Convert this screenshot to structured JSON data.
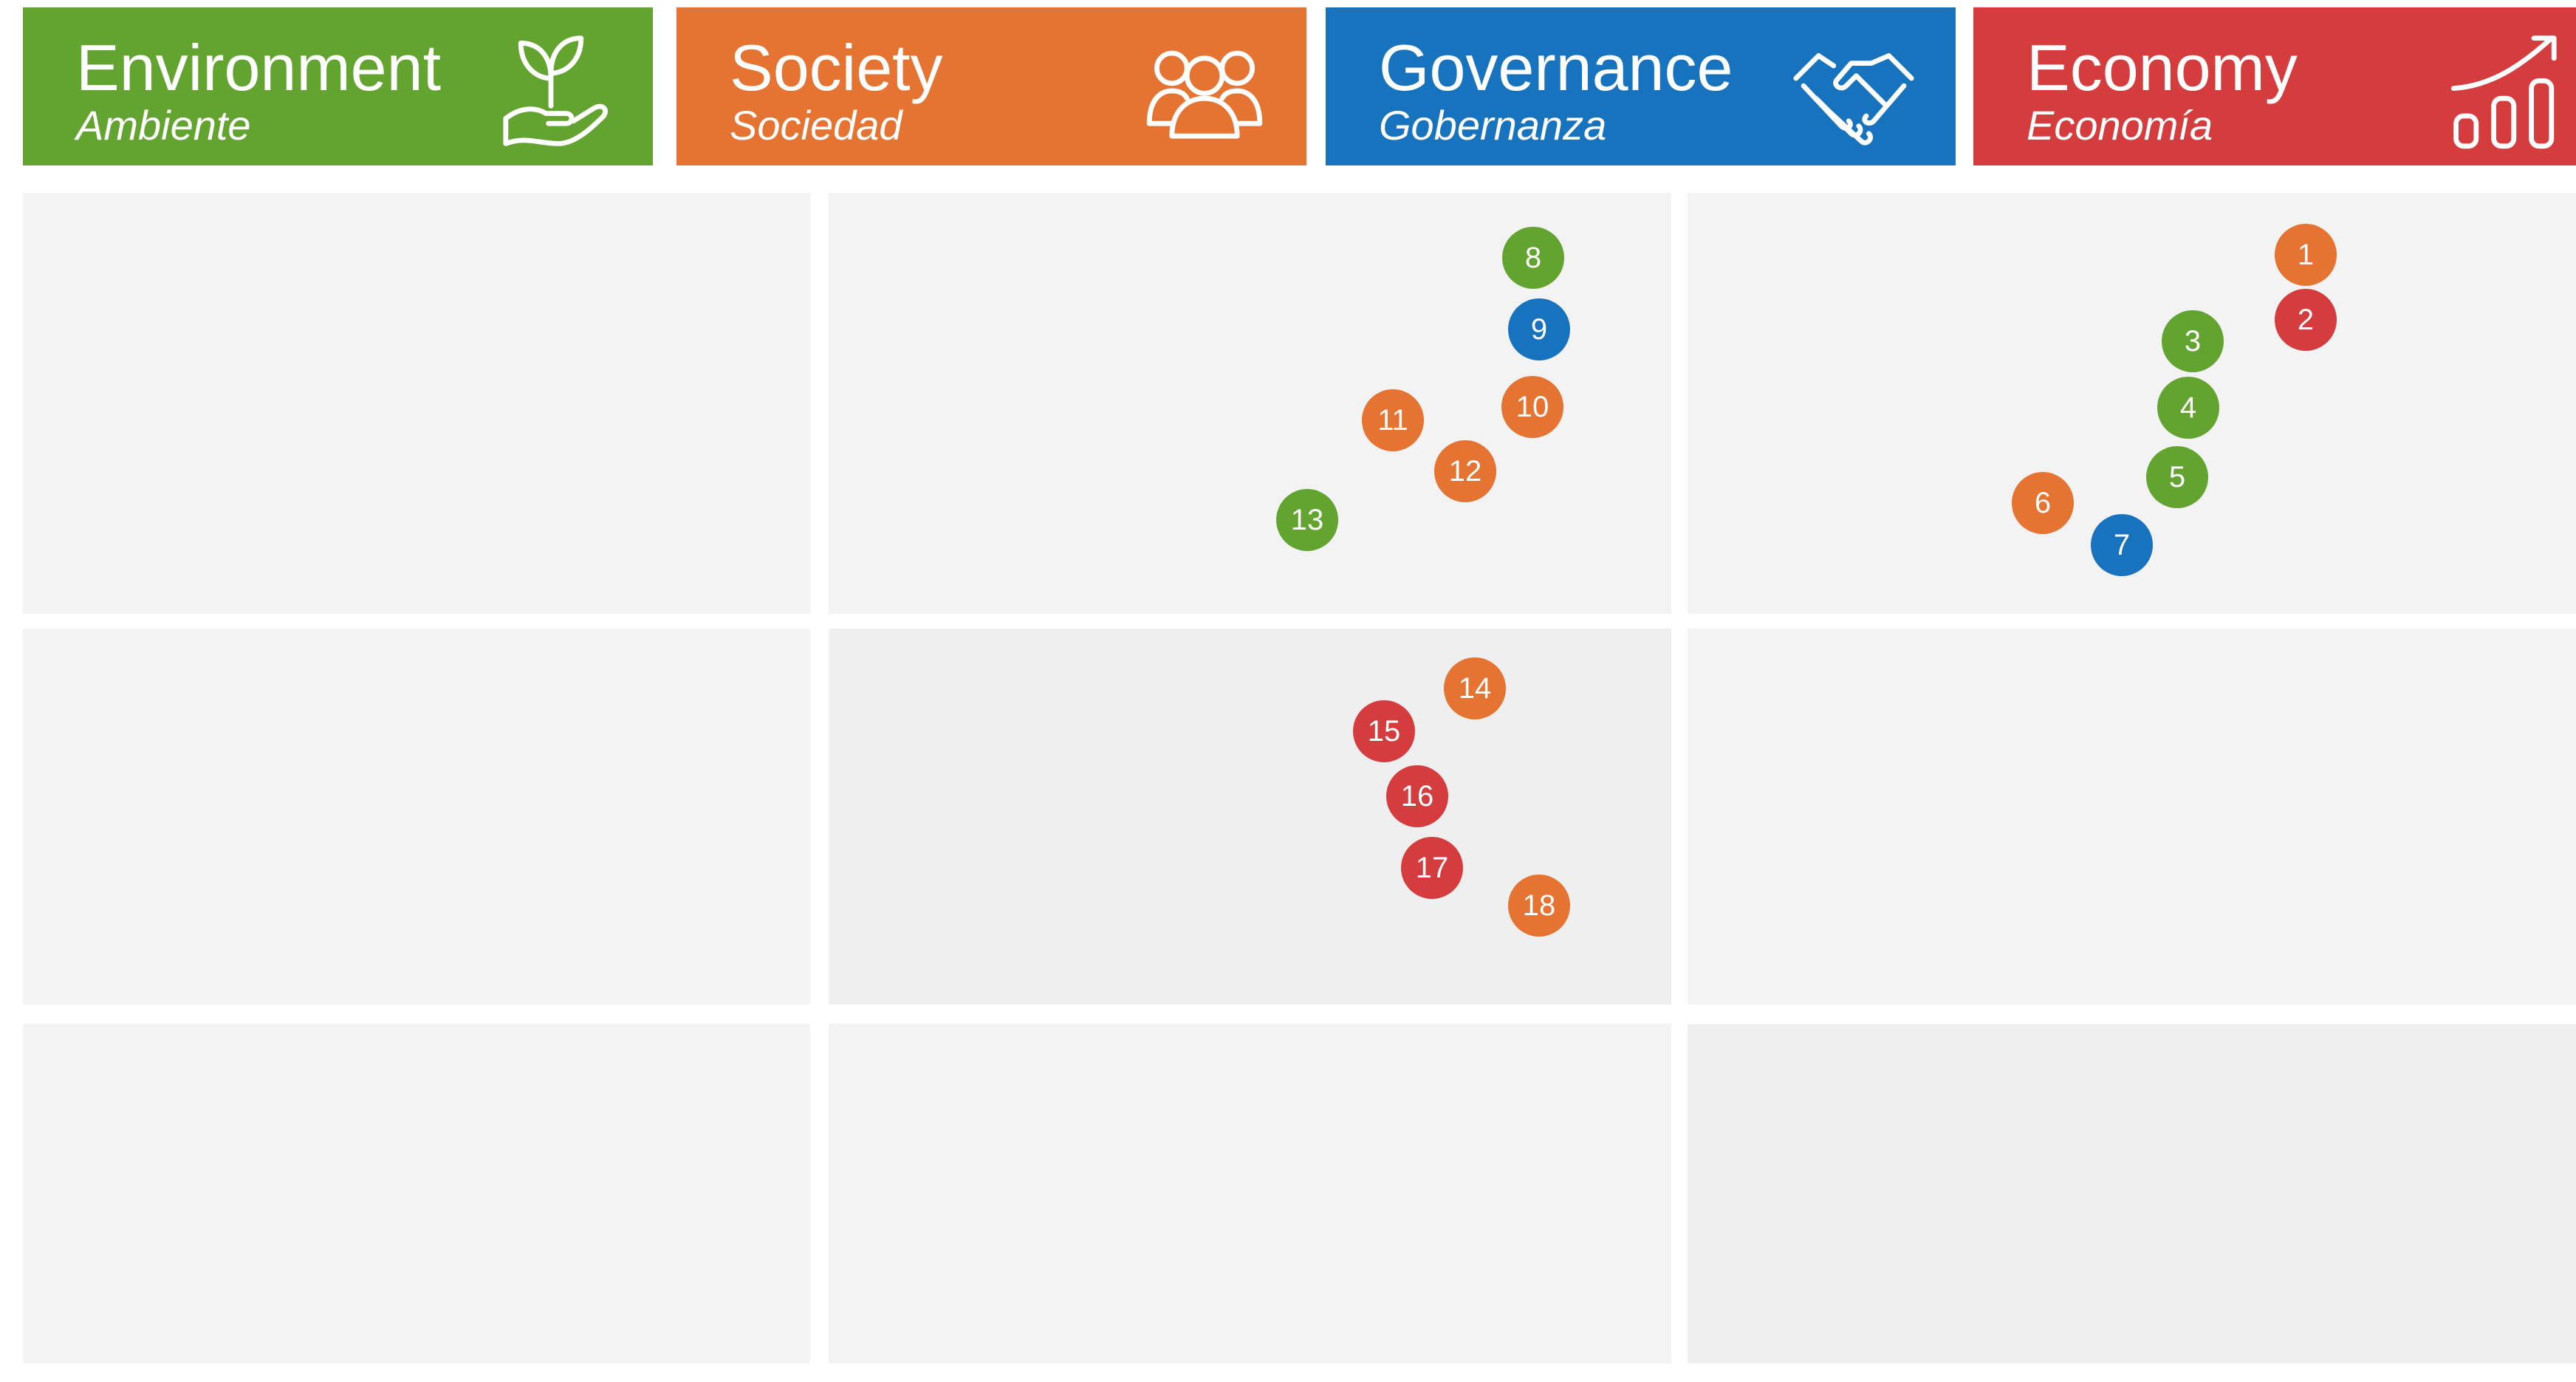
{
  "categories": [
    {
      "title": "Environment",
      "subtitle": "Ambiente",
      "color": "#63a431",
      "icon": "plant-in-hand-icon"
    },
    {
      "title": "Society",
      "subtitle": "Sociedad",
      "color": "#e57331",
      "icon": "people-group-icon"
    },
    {
      "title": "Governance",
      "subtitle": "Gobernanza",
      "color": "#1873bf",
      "icon": "handshake-icon"
    },
    {
      "title": "Economy",
      "subtitle": "Economía",
      "color": "#d43c3d",
      "icon": "growth-chart-icon"
    }
  ],
  "grid": {
    "rows": 3,
    "columns": 3,
    "cell_color": "#f3f3f3",
    "highlight_color": "#efefef"
  },
  "markers": [
    {
      "label": "1",
      "category": "Society",
      "color": "#e57331"
    },
    {
      "label": "2",
      "category": "Economy",
      "color": "#d43c3d"
    },
    {
      "label": "3",
      "category": "Environment",
      "color": "#63a431"
    },
    {
      "label": "4",
      "category": "Environment",
      "color": "#63a431"
    },
    {
      "label": "5",
      "category": "Environment",
      "color": "#63a431"
    },
    {
      "label": "6",
      "category": "Society",
      "color": "#e57331"
    },
    {
      "label": "7",
      "category": "Governance",
      "color": "#1873bf"
    },
    {
      "label": "8",
      "category": "Environment",
      "color": "#63a431"
    },
    {
      "label": "9",
      "category": "Governance",
      "color": "#1873bf"
    },
    {
      "label": "10",
      "category": "Society",
      "color": "#e57331"
    },
    {
      "label": "11",
      "category": "Society",
      "color": "#e57331"
    },
    {
      "label": "12",
      "category": "Society",
      "color": "#e57331"
    },
    {
      "label": "13",
      "category": "Environment",
      "color": "#63a431"
    },
    {
      "label": "14",
      "category": "Society",
      "color": "#e57331"
    },
    {
      "label": "15",
      "category": "Economy",
      "color": "#d43c3d"
    },
    {
      "label": "16",
      "category": "Economy",
      "color": "#d43c3d"
    },
    {
      "label": "17",
      "category": "Economy",
      "color": "#d43c3d"
    },
    {
      "label": "18",
      "category": "Society",
      "color": "#e57331"
    }
  ]
}
